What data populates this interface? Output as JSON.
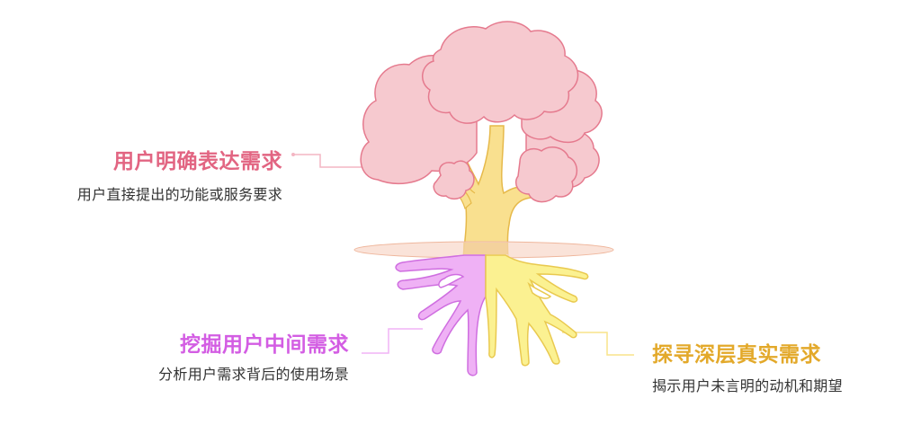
{
  "diagram": {
    "type": "tree-metaphor",
    "colors": {
      "canopy_fill": "#f6c9cf",
      "canopy_stroke": "#e57a8e",
      "trunk_fill": "#f9e08f",
      "trunk_stroke": "#e6b94a",
      "ground_fill": "#f9dccf",
      "root_left_fill": "#efb1f5",
      "root_left_stroke": "#cf6ee0",
      "root_right_fill": "#fbf191",
      "root_right_stroke": "#e9c94f"
    },
    "labels": [
      {
        "id": "explicit",
        "title": "用户明确表达需求",
        "description": "用户直接提出的功能或服务要求",
        "title_color": "#e26582",
        "line_color": "#f4b6c3",
        "points_to": "canopy"
      },
      {
        "id": "intermediate",
        "title": "挖掘用户中间需求",
        "description": "分析用户需求背后的使用场景",
        "title_color": "#d35de3",
        "line_color": "#f0b3f5",
        "points_to": "left-roots"
      },
      {
        "id": "deep",
        "title": "探寻深层真实需求",
        "description": "揭示用户未言明的动机和期望",
        "title_color": "#e3a92a",
        "line_color": "#f9e48a",
        "points_to": "right-roots"
      }
    ]
  }
}
